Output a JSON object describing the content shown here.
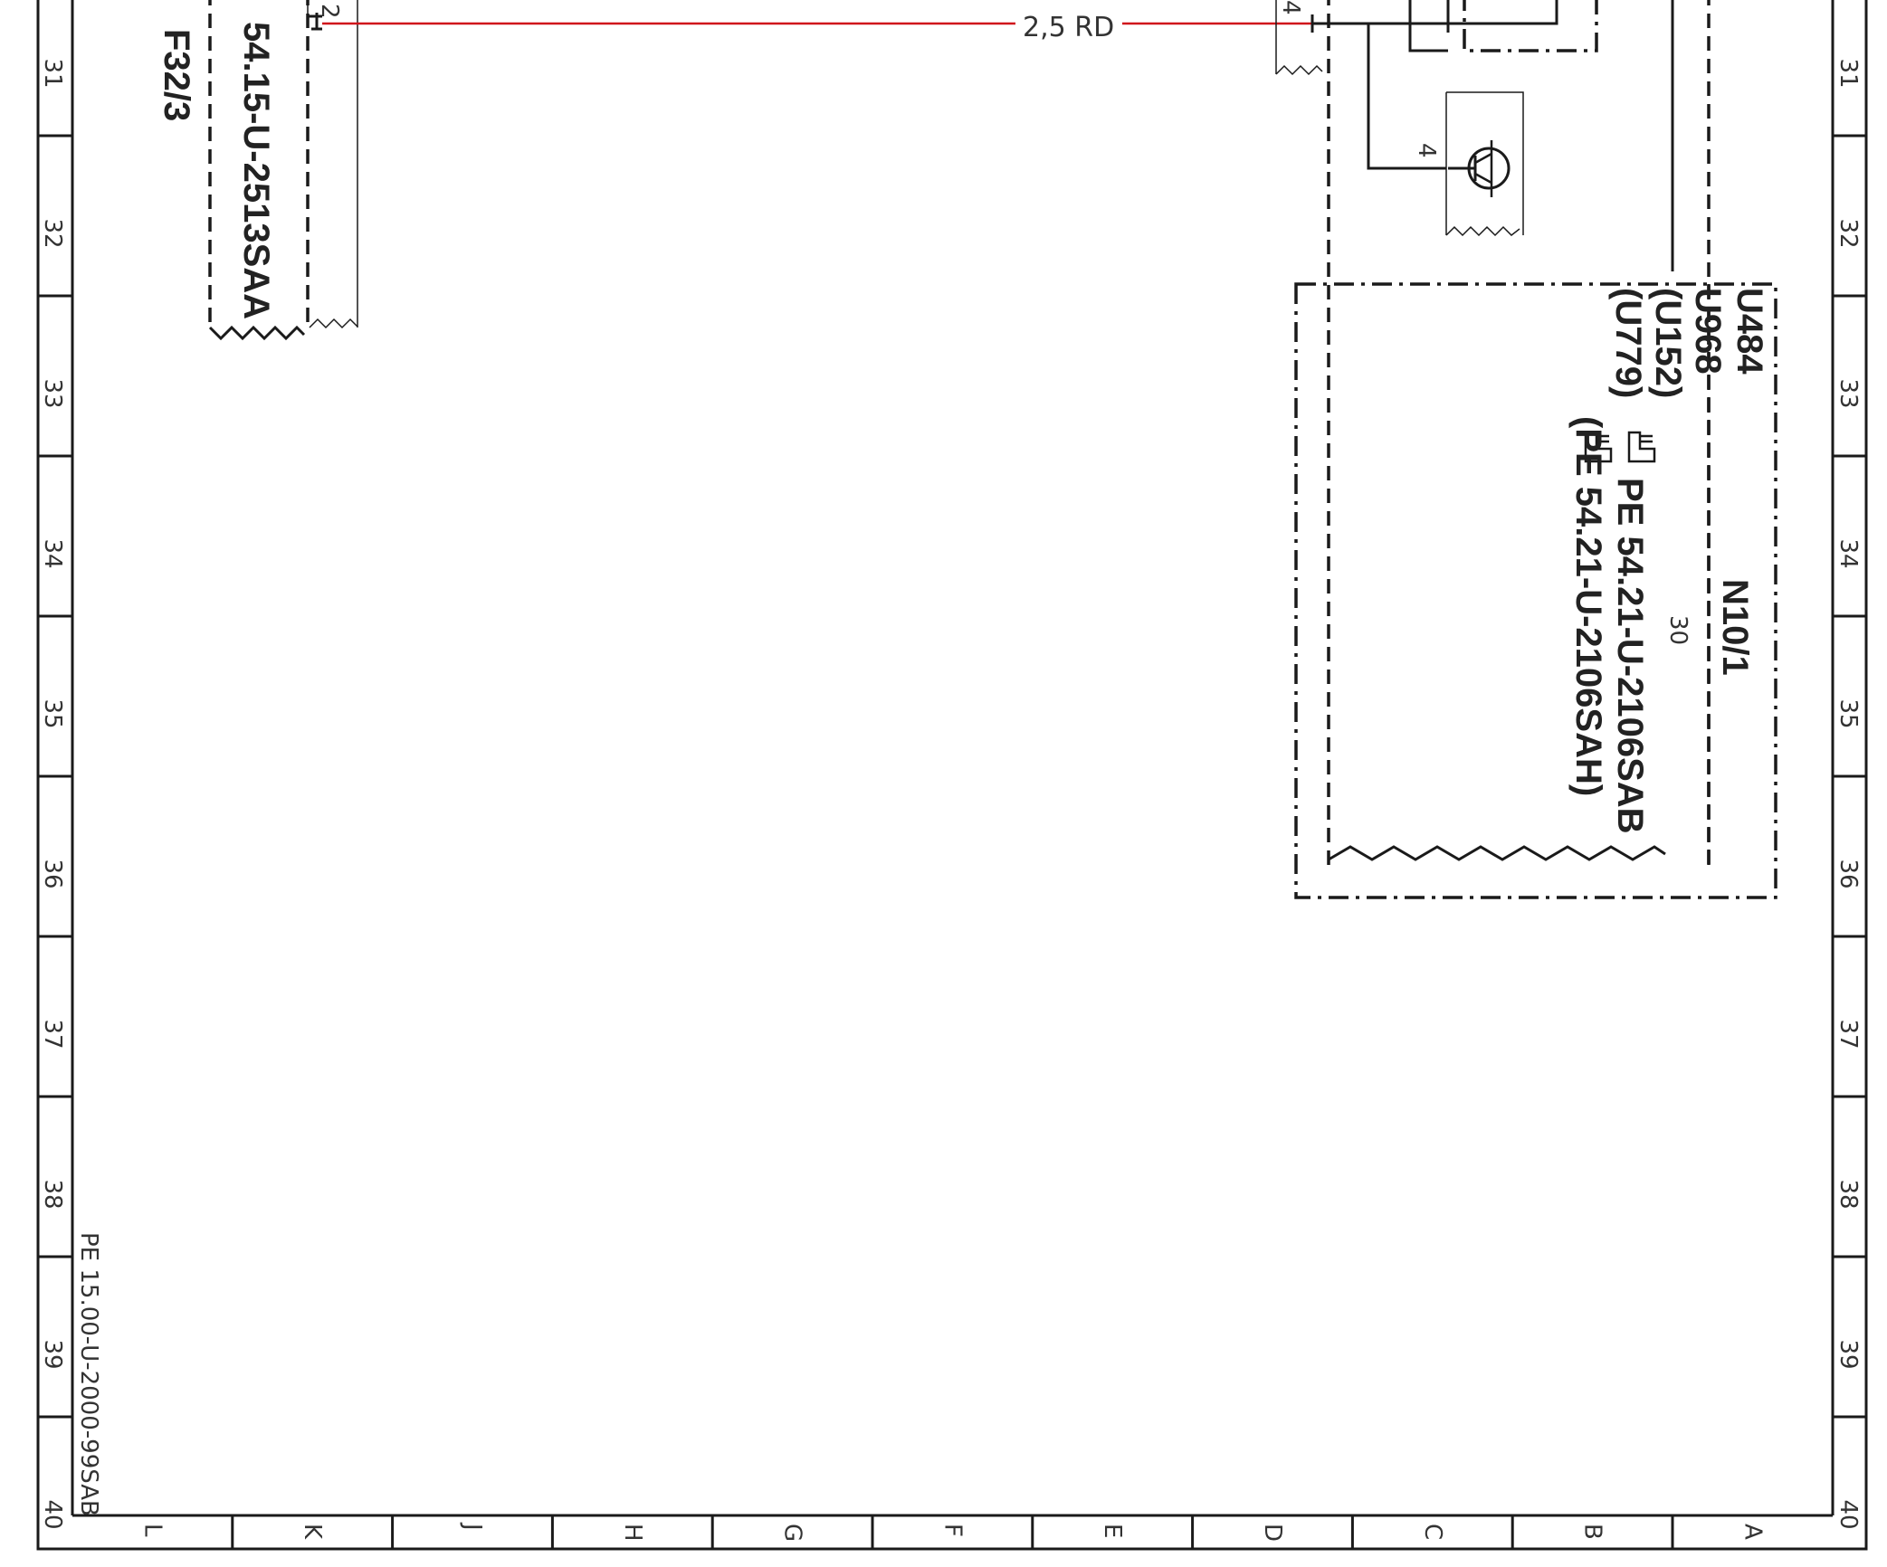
{
  "frame": {
    "row_labels": [
      "31",
      "32",
      "33",
      "34",
      "35",
      "36",
      "37",
      "38",
      "39",
      "40"
    ],
    "column_labels": [
      "L",
      "K",
      "J",
      "H",
      "G",
      "F",
      "E",
      "D",
      "C",
      "B",
      "A"
    ]
  },
  "wire": {
    "label": "2,5 RD",
    "color": "#d0121b"
  },
  "pins": {
    "left_connector_pin": "2",
    "right_connector_pin": "4",
    "transistor_pin": "4"
  },
  "left_component": {
    "ref": "54.15-U-2513SAA",
    "name": "F32/3"
  },
  "module": {
    "variants": [
      "U484",
      "U968",
      "(U152)",
      "(U779)"
    ],
    "name": "N10/1",
    "pin": "30",
    "refs": [
      "PE  54.21-U-2106SAB",
      "(PE  54.21-U-2106SAH)"
    ]
  },
  "sheet_ref": "PE 15.00-U-2000-99SAB",
  "icons": {
    "reference_marker": "pointing-hand-icon",
    "transistor": "transistor-symbol-icon"
  }
}
